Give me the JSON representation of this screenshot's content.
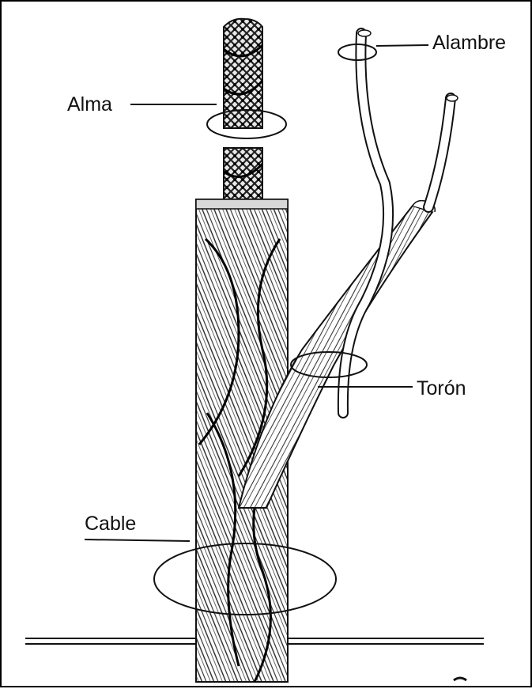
{
  "labels": {
    "alambre": "Alambre",
    "alma": "Alma",
    "toron": "Torón",
    "cable": "Cable"
  },
  "colors": {
    "ink": "#111111",
    "paper": "#ffffff"
  }
}
